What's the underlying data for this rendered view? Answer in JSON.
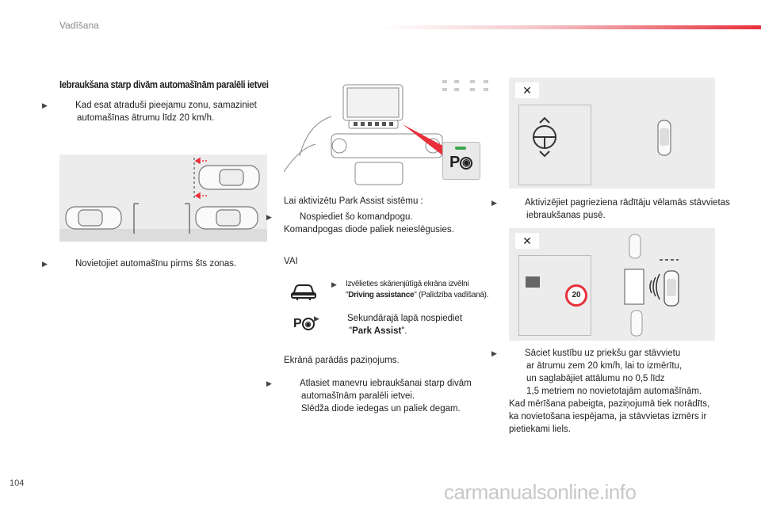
{
  "header": {
    "title": "Vadīšana"
  },
  "left": {
    "heading": "Iebraukšana starp divām automašīnām paralēli ietvei",
    "step1": "Kad esat atraduši pieejamu zonu, samaziniet automašīnas ātrumu līdz 20 km/h.",
    "step2": "Novietojiet automašīnu pirms šīs zonas."
  },
  "middle": {
    "intro": "Lai aktivizētu Park Assist sistēmu :",
    "step_press": "Nospiediet šo komandpogu.",
    "diode_text": "Komandpogas diode paliek neieslēgusies.",
    "or": "VAI",
    "step_menu_a": "Izvēlieties skārienjūtīgā ekrāna izvēlni",
    "step_menu_b_quote_open": "\"",
    "step_menu_b_bold": "Driving assistance",
    "step_menu_b_rest": "\" (Palīdzība vadīšanā).",
    "step_sec_a": "Sekundārajā lapā nospiediet",
    "step_sec_b_open": "\"",
    "step_sec_b_bold": "Park Assist",
    "step_sec_b_close": "\".",
    "screen_msg": "Ekrānā parādās paziņojums.",
    "step_select_1": "Atlasiet manevru iebraukšanai starp divām",
    "step_select_2": "automašīnām paralēli ietvei.",
    "step_select_3": "Slēdža diode iedegas un paliek degam."
  },
  "right": {
    "step_indicator": "Aktivizējiet pagrieziena rādītāju vēlamās stāvvietas iebraukšanas pusē.",
    "speed_sign": "20",
    "step_drive_1": "Sāciet kustību uz priekšu gar stāvvietu",
    "step_drive_2": "ar ātrumu zem 20 km/h, lai to izmērītu,",
    "step_drive_3": "un saglabājiet attālumu no 0,5 līdz",
    "step_drive_4": "1,5 metriem no novietotajām automašīnām.",
    "result": "Kad mērīšana pabeigta, paziņojumā tiek norādīts, ka novietošana iespējama, ja stāvvietas izmērs ir pietiekami liels."
  },
  "footer": {
    "page": "104",
    "watermark": "carmanualsonline.info"
  },
  "colors": {
    "accent": "#e8303b",
    "led": "#3aa64a",
    "panel": "#ececec"
  }
}
